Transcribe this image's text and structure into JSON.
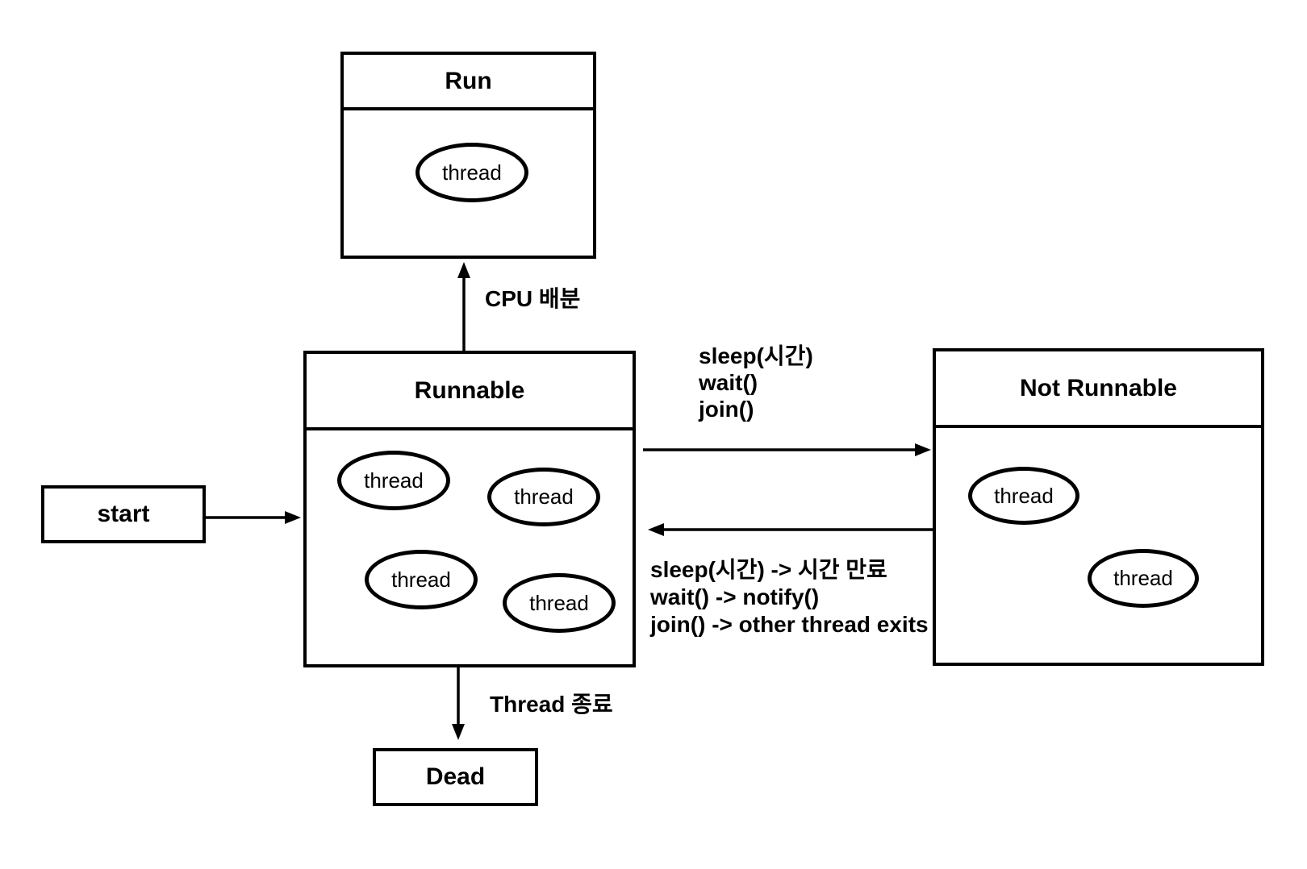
{
  "nodes": {
    "run": {
      "title": "Run",
      "threads": [
        "thread"
      ]
    },
    "runnable": {
      "title": "Runnable",
      "threads": [
        "thread",
        "thread",
        "thread",
        "thread"
      ]
    },
    "not_runnable": {
      "title": "Not Runnable",
      "threads": [
        "thread",
        "thread"
      ]
    },
    "start": {
      "label": "start"
    },
    "dead": {
      "label": "Dead"
    }
  },
  "edges": {
    "runnable_to_run": {
      "from": "Runnable",
      "to": "Run",
      "label": "CPU 배분"
    },
    "start_to_runnable": {
      "from": "start",
      "to": "Runnable",
      "label": ""
    },
    "runnable_to_not_runnable": {
      "from": "Runnable",
      "to": "Not Runnable",
      "label_lines": [
        "sleep(시간)",
        "wait()",
        "join()"
      ]
    },
    "not_runnable_to_runnable": {
      "from": "Not Runnable",
      "to": "Runnable",
      "label_lines": [
        "sleep(시간) -> 시간 만료",
        "wait() -> notify()",
        "join() -> other thread exits"
      ]
    },
    "runnable_to_dead": {
      "from": "Runnable",
      "to": "Dead",
      "label": "Thread 종료"
    }
  },
  "colors": {
    "stroke": "#000000",
    "background": "#ffffff",
    "text": "#000000"
  }
}
